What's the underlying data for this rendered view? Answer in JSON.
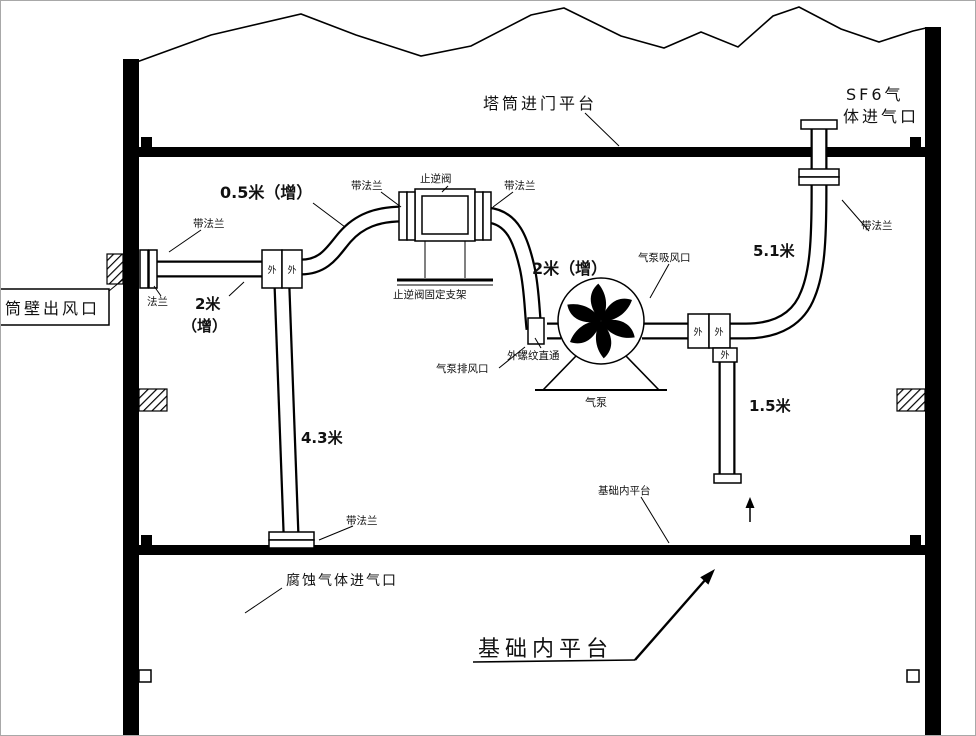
{
  "diagram": {
    "colors": {
      "line": "#000000",
      "background": "#ffffff"
    },
    "platforms": {
      "top": "塔筒进门平台",
      "foundation": "基础内平台"
    },
    "ports": {
      "sf6_line1": "SF6气",
      "sf6_line2": "体进气口",
      "wall_outlet": "筒壁出风口",
      "corrosive_inlet": "腐蚀气体进气口",
      "pump_suction": "气泵吸风口",
      "pump_exhaust": "气泵排风口"
    },
    "components": {
      "check_valve": "止逆阀",
      "check_valve_bracket": "止逆阀固定支架",
      "pump": "气泵",
      "union": "外螺纹直通",
      "outer_mark": "外",
      "with_flange": "带法兰",
      "flange": "法兰"
    },
    "dimensions": {
      "d05": "0.5米（增）",
      "d2a": "2米",
      "d2b": "（增）",
      "d2": "2米（增）",
      "d51": "5.1米",
      "d43": "4.3米",
      "d15": "1.5米"
    }
  }
}
